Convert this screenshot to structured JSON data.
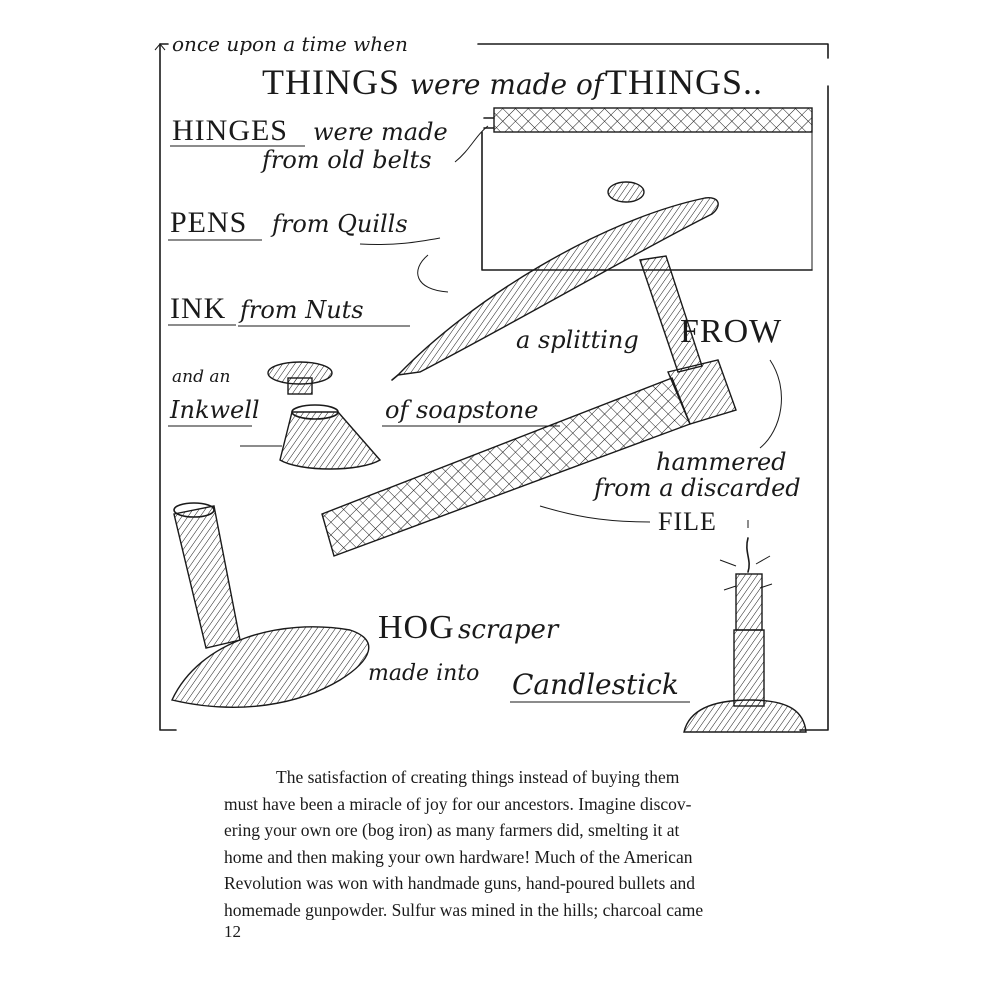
{
  "illustration": {
    "header_line": "once upon a time when",
    "title_caps": "THINGS",
    "title_script": "were made of",
    "title_caps2": "THINGS..",
    "hinges_caps": "HINGES",
    "hinges_script1": "were made",
    "hinges_script2": "from old belts",
    "pens_caps": "PENS",
    "pens_script": "from Quills",
    "ink_caps": "INK",
    "ink_script": "from Nuts",
    "inkwell_line1": "and an",
    "inkwell_line2": "Inkwell",
    "soapstone": "of soapstone",
    "frow_script": "a splitting",
    "frow_caps": "FROW",
    "hammered1": "hammered",
    "hammered2": "from a discarded",
    "file_caps": "FILE",
    "hog_caps": "HOG",
    "hog_script": "scraper",
    "candle_script1": "made into",
    "candle_script2": "Candlestick"
  },
  "body": {
    "lines": [
      "The satisfaction of creating things instead of buying them",
      "must have been a miracle of joy for our ancestors. Imagine discov-",
      "ering your own ore (bog iron) as many farmers did, smelting it at",
      "home and then making your own hardware! Much of the American",
      "Revolution was won with handmade guns, hand-poured bullets and",
      "homemade gunpowder. Sulfur was mined in the hills; charcoal came"
    ]
  },
  "page_number": "12"
}
